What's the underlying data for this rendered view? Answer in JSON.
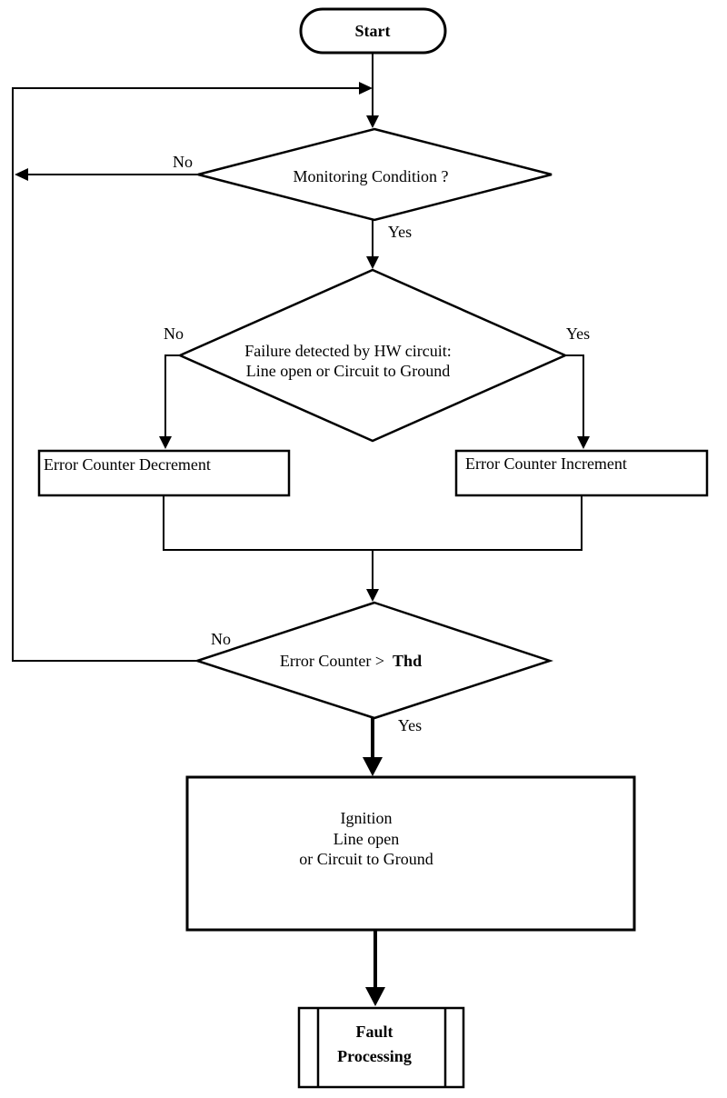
{
  "colors": {
    "background": "#ffffff",
    "line": "#000000"
  },
  "nodes": {
    "start": {
      "type": "terminator",
      "label": "Start"
    },
    "monitoring_condition": {
      "type": "decision",
      "label": "Monitoring Condition ?"
    },
    "failure_detected": {
      "type": "decision",
      "label_line1": "Failure detected by HW circuit:",
      "label_line2": "Line open or Circuit to Ground"
    },
    "error_counter_decrement": {
      "type": "process",
      "label": "Error Counter Decrement"
    },
    "error_counter_increment": {
      "type": "process",
      "label": "Error Counter Increment"
    },
    "error_counter_threshold": {
      "type": "decision",
      "label": "Error Counter >",
      "label_emphasis": "Thd"
    },
    "ignition": {
      "type": "process",
      "label_line1": "Ignition",
      "label_line2": "Line open",
      "label_line3": "or Circuit to Ground"
    },
    "fault_processing": {
      "type": "predefined_process",
      "label_line1": "Fault",
      "label_line2": "Processing"
    }
  },
  "edge_labels": {
    "monitoring_no": "No",
    "monitoring_yes": "Yes",
    "failure_no": "No",
    "failure_yes": "Yes",
    "threshold_no": "No",
    "threshold_yes": "Yes"
  }
}
